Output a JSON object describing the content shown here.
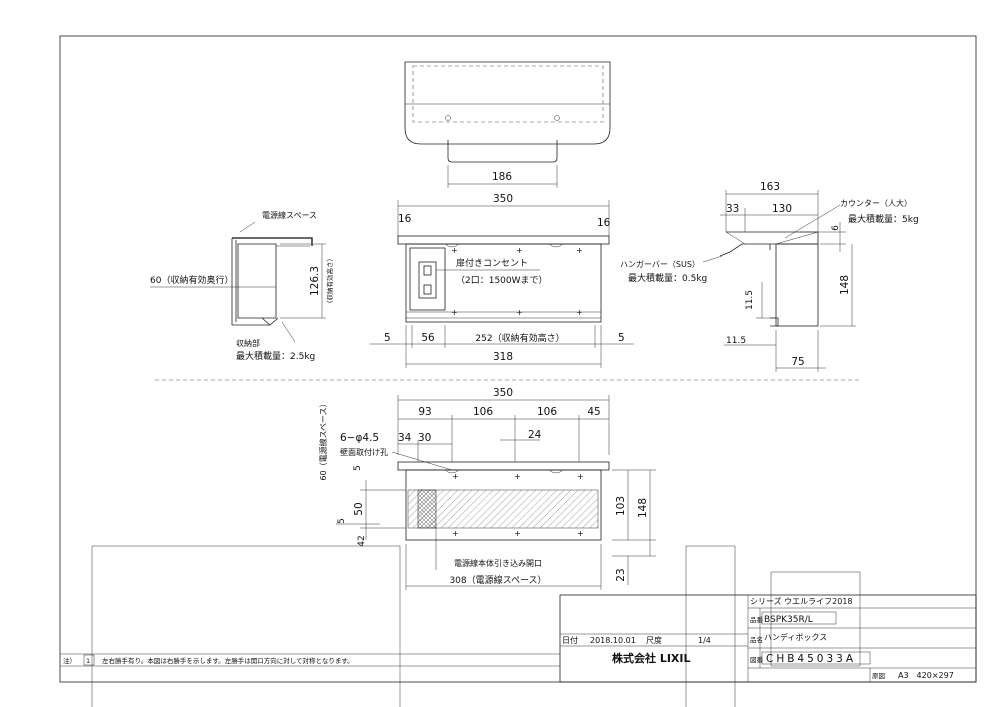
{
  "top_view": {
    "dim_186": "186"
  },
  "front_view": {
    "dim_350": "350",
    "dim_16_left": "16",
    "dim_16_right": "16",
    "outlet_label": "扉付きコンセント",
    "outlet_spec": "（2口：1500Wまで）",
    "dim_5_left": "5",
    "dim_56": "56",
    "dim_252": "252（収納有効高さ）",
    "dim_5_right": "5",
    "dim_318": "318"
  },
  "left_section": {
    "cable_space": "電源線スペース",
    "depth_60": "60（収納有効奥行）",
    "height_126": "126.3",
    "height_126_note": "（収納有効高さ）",
    "storage": "収納部",
    "max_load": "最大積載量：2.5kg"
  },
  "right_side_view": {
    "dim_163": "163",
    "dim_33": "33",
    "dim_130": "130",
    "dim_6": "6",
    "counter": "カウンター（人大）",
    "counter_load": "最大積載量：5kg",
    "hanger": "ハンガーバー（SUS）",
    "hanger_load": "最大積載量：0.5kg",
    "dim_148": "148",
    "dim_11_5_a": "11.5",
    "dim_11_5_b": "11.5",
    "dim_75": "75"
  },
  "install_view": {
    "dim_350": "350",
    "dim_93": "93",
    "dim_106_a": "106",
    "dim_106_b": "106",
    "dim_45": "45",
    "holes": "6−φ4.5",
    "dim_34": "34",
    "dim_30": "30",
    "dim_24": "24",
    "hole_label": "壁面取付け孔",
    "cable_space_vertical": "60（電源線スペース）",
    "dim_5_a": "5",
    "dim_5_b": "5",
    "dim_50": "50",
    "dim_42": "42",
    "dim_103": "103",
    "dim_148": "148",
    "dim_23": "23",
    "cable_inlet": "電源線本体引き込み開口",
    "dim_308": "308（電源線スペース）"
  },
  "title_block": {
    "series": "シリーズ ウエルライフ2018",
    "model": "BSPK35R/L",
    "name": "ハンディボックス",
    "code": "CHB45033A",
    "date_label": "日付",
    "date": "2018.10.01",
    "scale_label": "尺度",
    "scale": "1/4",
    "company": "株式会社 LIXIL",
    "paper_label": "原図",
    "paper": "A3　420×297",
    "row_label_model": "品番",
    "row_label_name": "品名",
    "row_label_code": "図番"
  },
  "note": {
    "label": "注）",
    "number": "1",
    "text": "左右勝手有り。本図は右勝手を示します。左勝手は開口方向に対して対称となります。"
  }
}
